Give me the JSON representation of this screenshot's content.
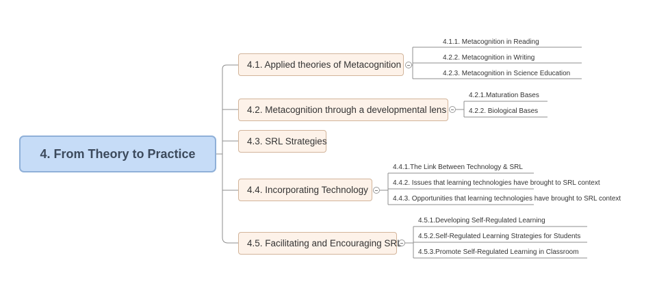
{
  "map": {
    "central": "4. From Theory to Practice",
    "topics": [
      {
        "label": "4.1. Applied theories of Metacognition",
        "subtopics": [
          "4.1.1. Metacognition in Reading",
          "4.2.2. Metacognition in Writing",
          "4.2.3. Metacognition in Science Education"
        ]
      },
      {
        "label": "4.2. Metacognition through a developmental lens",
        "subtopics": [
          "4.2.1.Maturation Bases",
          "4.2.2. Biological Bases"
        ]
      },
      {
        "label": "4.3. SRL Strategies",
        "subtopics": []
      },
      {
        "label": "4.4. Incorporating Technology",
        "subtopics": [
          "4.4.1.The Link Between Technology & SRL",
          "4.4.2. Issues that learning technologies have brought to SRL context",
          "4.4.3. Opportunities that learning technologies have brought to SRL context"
        ]
      },
      {
        "label": "4.5. Facilitating and Encouraging SRL",
        "subtopics": [
          "4.5.1.Developing Self-Regulated Learning",
          "4.5.2.Self-Regulated Learning Strategies for Students",
          "4.5.3.Promote Self-Regulated Learning in Classroom"
        ]
      }
    ]
  },
  "colors": {
    "central_fill": "#c6dcf7",
    "central_border": "#8fb0d8",
    "topic_fill": "#fdf2e9",
    "topic_border": "#d2b49a",
    "line": "#8c8c8c"
  }
}
